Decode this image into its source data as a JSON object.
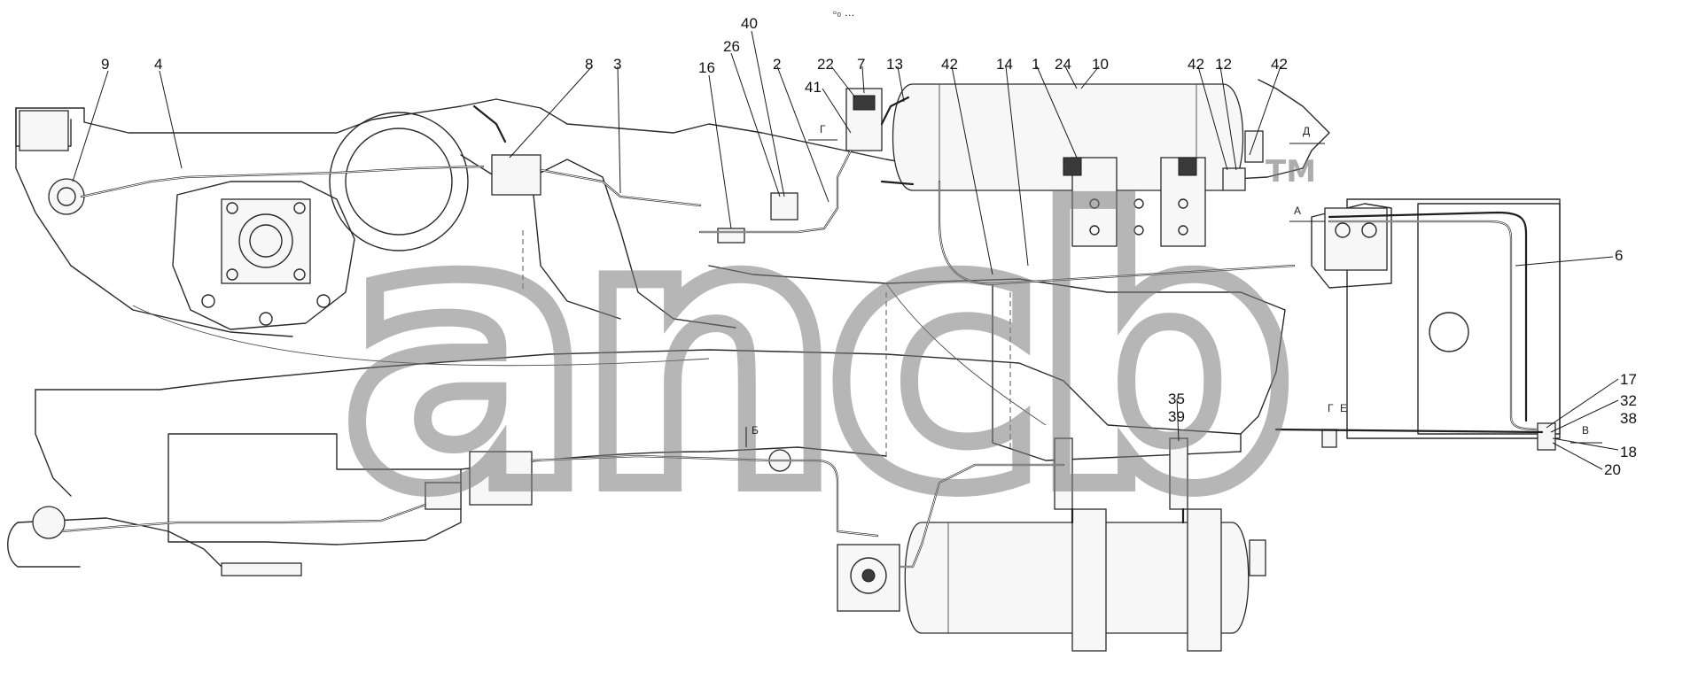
{
  "header_mark": "▫₀ …",
  "watermark": {
    "logo_text": "ancb",
    "tm": "TM"
  },
  "callouts": [
    "9",
    "4",
    "8",
    "3",
    "16",
    "26",
    "40",
    "2",
    "22",
    "7",
    "41",
    "13",
    "42",
    "14",
    "1",
    "24",
    "10",
    "42",
    "12",
    "42",
    "6",
    "17",
    "32",
    "38",
    "18",
    "20",
    "35",
    "39"
  ],
  "view_marks": [
    "Г",
    "Д",
    "А",
    "Е",
    "В",
    "Б",
    "Г"
  ],
  "colors": {
    "line": "#2a2a2a",
    "background": "#ffffff",
    "watermark": "#7a7a7a"
  }
}
